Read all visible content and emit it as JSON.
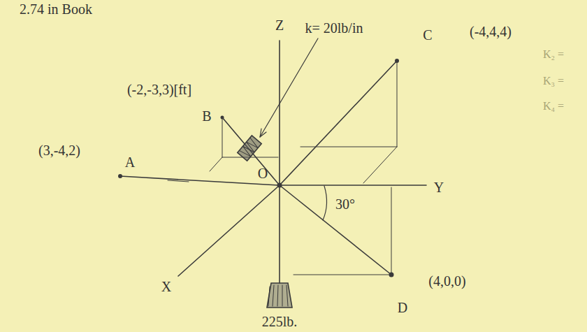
{
  "diagram": {
    "labels": [
      "2.74 in Book",
      "Z",
      "C",
      "(-4,4,4)",
      "k= 20lb/in",
      "(-2,-3,3)[ft]",
      "B",
      "(3,-4,2)",
      "A",
      "O",
      "Y",
      "30°",
      "X",
      "(4,0,0)",
      "D",
      "225lb.",
      "K₂ =",
      "K₃ =",
      "K₄ ="
    ]
  }
}
